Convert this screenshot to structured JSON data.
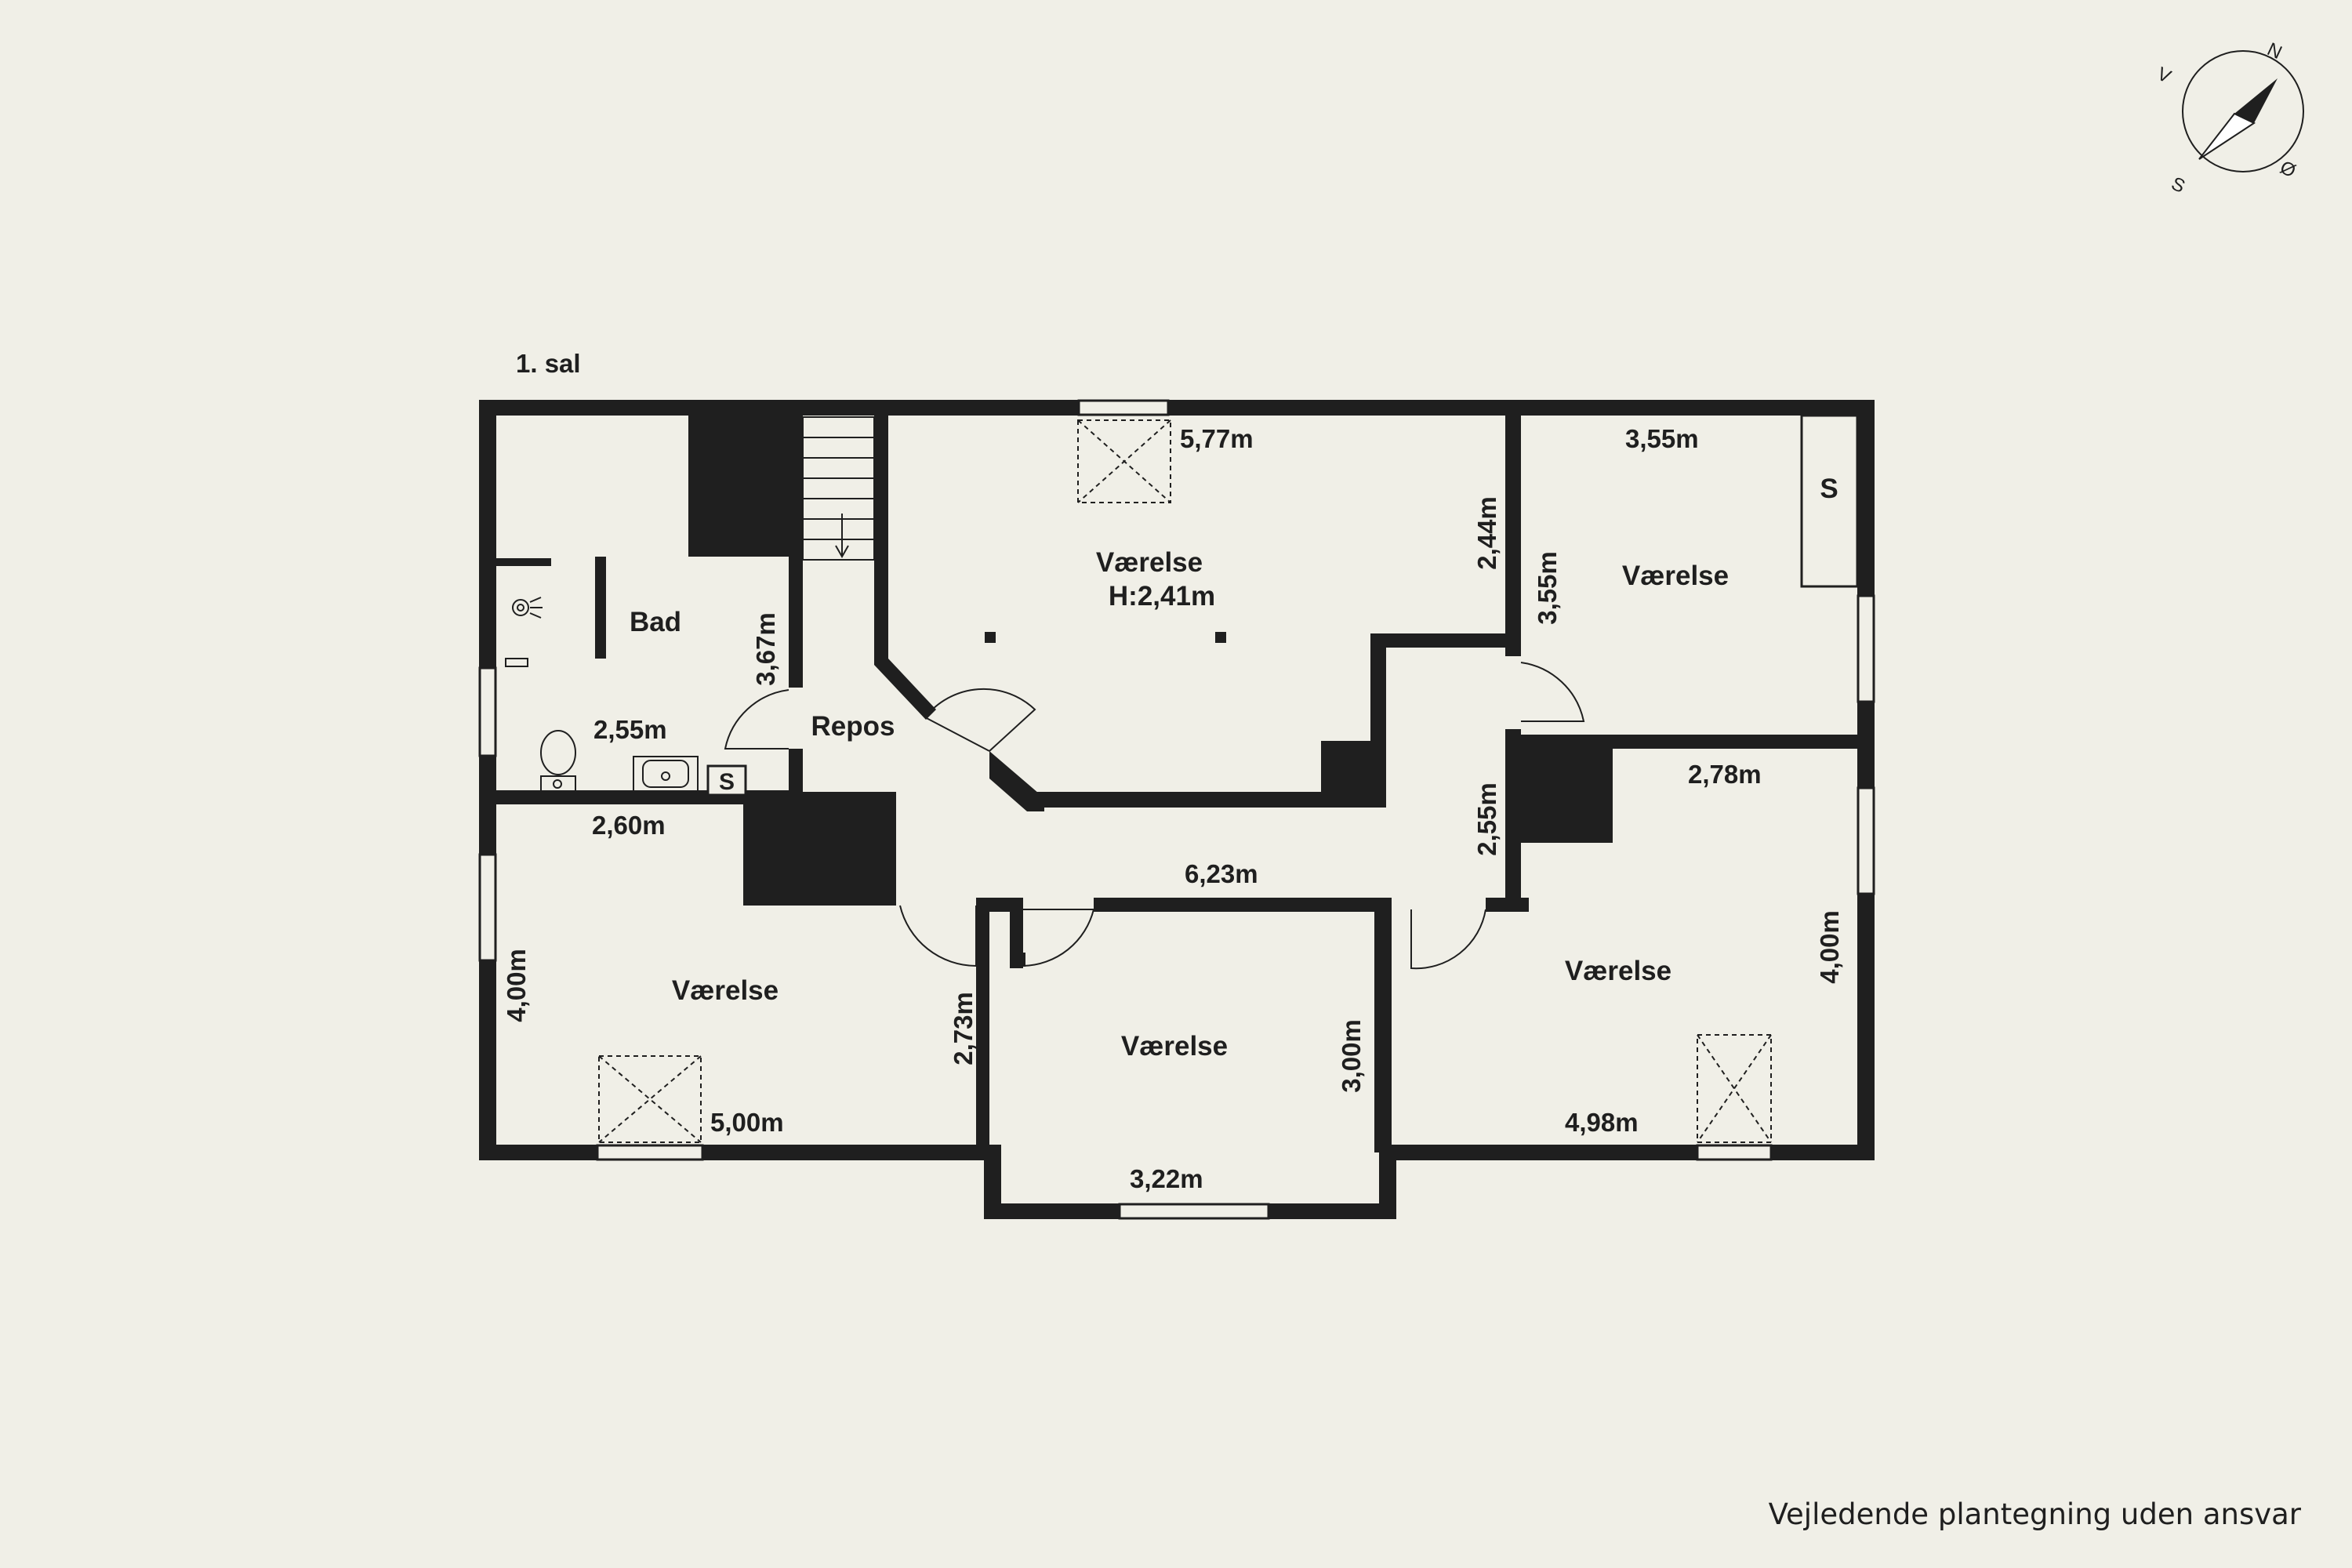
{
  "floor_label": "1. sal",
  "rooms": {
    "bad": "Bad",
    "repos": "Repos",
    "vaerelse_top": "Værelse",
    "vaerelse_top_height": "H:2,41m",
    "vaerelse_top_right": "Værelse",
    "vaerelse_bottom_left": "Værelse",
    "vaerelse_bottom_mid": "Værelse",
    "vaerelse_bottom_right": "Værelse"
  },
  "dimensions": {
    "d_577": "5,77m",
    "d_244": "2,44m",
    "d_355_h": "3,55m",
    "d_355_v": "3,55m",
    "d_367": "3,67m",
    "d_255_h": "2,55m",
    "d_255_v": "2,55m",
    "d_260": "2,60m",
    "d_278": "2,78m",
    "d_623": "6,23m",
    "d_400_l": "4,00m",
    "d_273": "2,73m",
    "d_500": "5,00m",
    "d_300": "3,00m",
    "d_322": "3,22m",
    "d_400_r": "4,00m",
    "d_498": "4,98m"
  },
  "symbols": {
    "closet_top_right": "S",
    "closet_bad": "S"
  },
  "compass": {
    "n": "N",
    "v": "V",
    "o": "Ø",
    "s": "S"
  },
  "footer": "Vejledende plantegning uden ansvar"
}
